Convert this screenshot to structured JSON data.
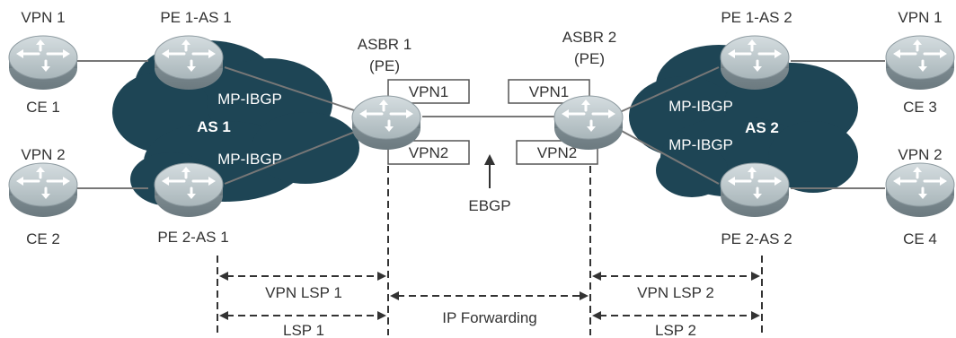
{
  "routers": {
    "vpn1_left": {
      "top": "VPN 1",
      "bottom": "CE 1"
    },
    "vpn2_left": {
      "top": "VPN 2",
      "bottom": "CE 2"
    },
    "pe1_as1": "PE 1-AS 1",
    "pe2_as1": "PE 2-AS 1",
    "asbr1": {
      "line1": "ASBR 1",
      "line2": "(PE)"
    },
    "asbr2": {
      "line1": "ASBR 2",
      "line2": "(PE)"
    },
    "pe1_as2": "PE 1-AS 2",
    "pe2_as2": "PE 2-AS 2",
    "vpn1_right": {
      "top": "VPN 1",
      "bottom": "CE 3"
    },
    "vpn2_right": {
      "top": "VPN 2",
      "bottom": "CE 4"
    }
  },
  "clouds": {
    "as1": {
      "name": "AS 1",
      "mp1": "MP-IBGP",
      "mp2": "MP-IBGP"
    },
    "as2": {
      "name": "AS 2",
      "mp1": "MP-IBGP",
      "mp2": "MP-IBGP"
    }
  },
  "vrf_boxes": {
    "asbr1_top": "VPN1",
    "asbr1_bottom": "VPN2",
    "asbr2_top": "VPN1",
    "asbr2_bottom": "VPN2"
  },
  "ebgp": "EBGP",
  "spans": {
    "vpn_lsp1": "VPN LSP 1",
    "lsp1": "LSP 1",
    "ip_forwarding": "IP Forwarding",
    "vpn_lsp2": "VPN LSP 2",
    "lsp2": "LSP 2"
  },
  "colors": {
    "cloud": "#1e4555",
    "router_body": "#9aa8ad",
    "router_top": "#c6d0d3",
    "line": "#777777",
    "text": "#333333"
  }
}
